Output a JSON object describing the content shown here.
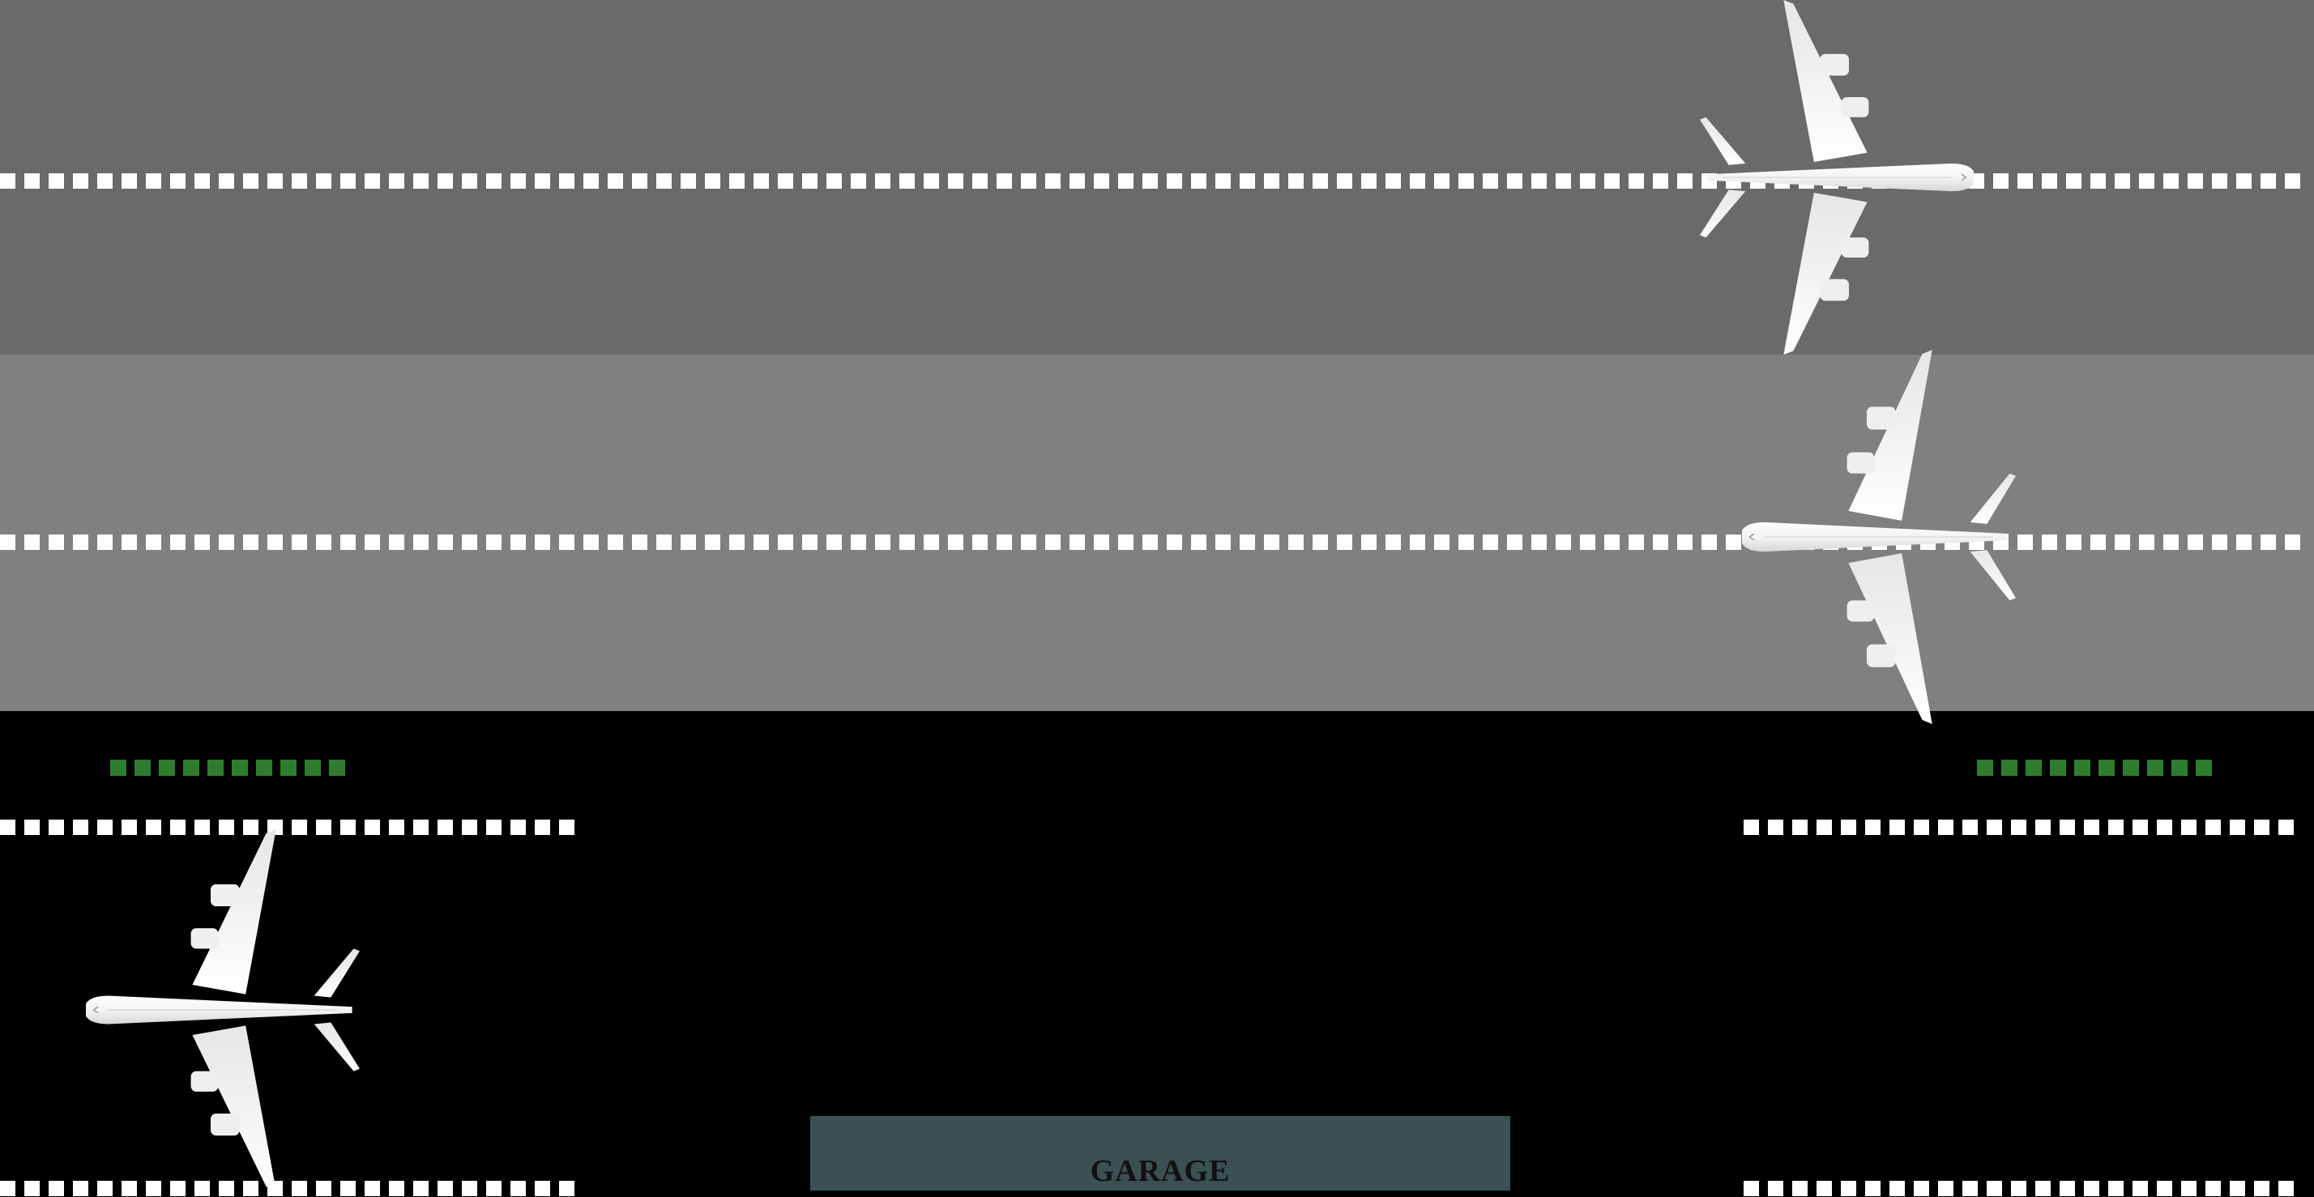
{
  "colors": {
    "runway_top": "#6a6a6a",
    "runway_mid": "#808080",
    "apron": "#000000",
    "dash": "#ffffff",
    "green_light": "#2e7d2e",
    "garage": "#3a5053",
    "garage_text": "#111111"
  },
  "icons": {
    "plane": "airplane-icon",
    "dash_marking": "runway-centerline-dash",
    "edge_light": "green-edge-light"
  },
  "garage": {
    "label": "GARAGE"
  }
}
